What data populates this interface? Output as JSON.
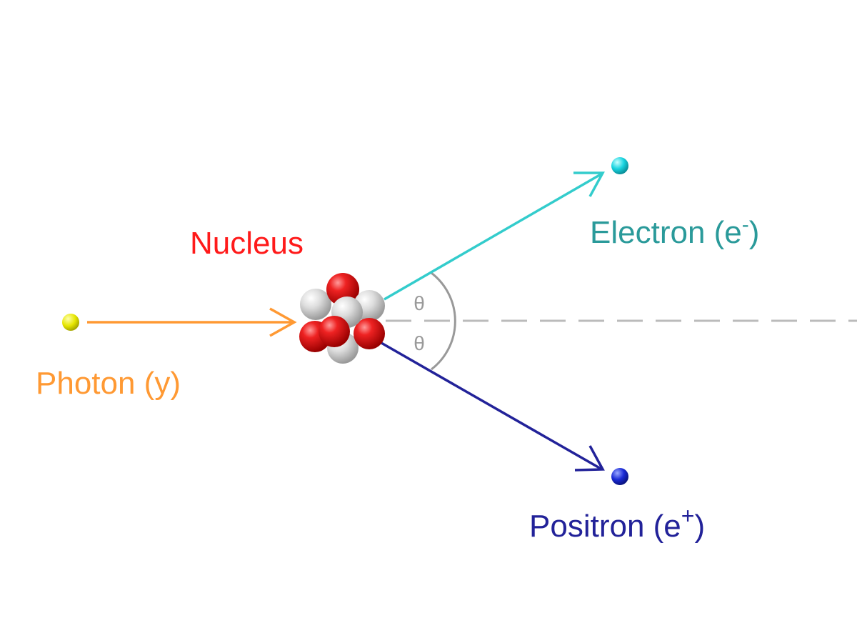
{
  "labels": {
    "nucleus": "Nucleus",
    "photon": "Photon (y)",
    "electron_base": "Electron (e",
    "electron_sup": "-",
    "electron_close": ")",
    "positron_base": "Positron (e",
    "positron_sup": "+",
    "positron_close": ")",
    "angle_upper": "θ",
    "angle_lower": "θ"
  },
  "colors": {
    "photon": "#ff9933",
    "photon_dot": "#e6e600",
    "electron": "#33cccc",
    "electron_text": "#2a9a9a",
    "electron_dot": "#19d4e0",
    "positron": "#222299",
    "positron_dot": "#1a2ad6",
    "nucleus_text": "#ff1a1a",
    "proton": "#dd1111",
    "neutron": "#d8d8d8",
    "axis": "#bbbbbb",
    "angle": "#999999"
  },
  "nucleus": {
    "particles": [
      "neutron",
      "proton",
      "neutron",
      "neutron",
      "proton",
      "proton",
      "neutron",
      "proton"
    ]
  }
}
